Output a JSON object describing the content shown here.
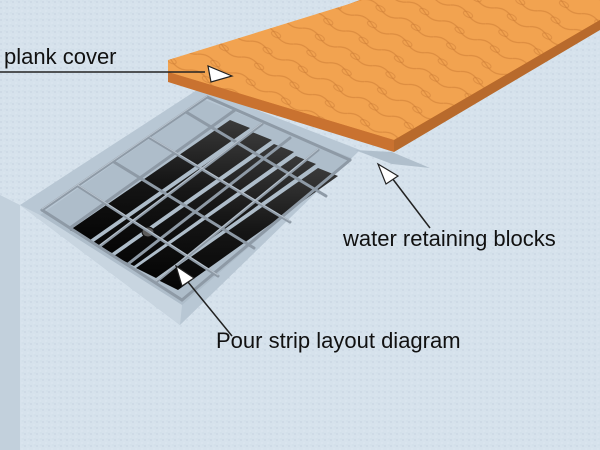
{
  "labels": {
    "plank_cover": "plank cover",
    "water_retaining_blocks": "water retaining blocks",
    "pour_strip": "Pour strip layout diagram"
  },
  "colors": {
    "background": "#ffffff",
    "concrete_top": "#d6e2ec",
    "concrete_side": "#c2d0dc",
    "trench_floor": "#aebdca",
    "pipes": "#141414",
    "rebar": "#8e9aa6",
    "plank_top": "#f2a350",
    "plank_edge": "#d9822e",
    "wood_grain": "#c97a33",
    "leader_line": "#222222",
    "arrow_fill": "#ffffff"
  }
}
